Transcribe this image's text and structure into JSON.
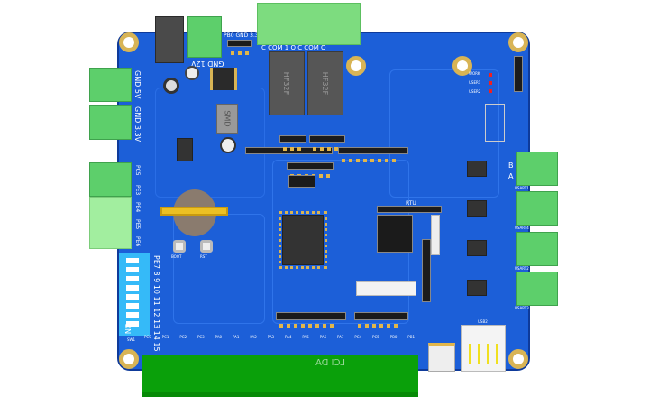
{
  "power": {
    "jack_label": "GND 12V",
    "header_label": "PB0 GND 3.3V",
    "out1_label": "GND 5V",
    "out2_label": "GND 3.3V",
    "inductor_label": "SMD"
  },
  "relays": {
    "terminal_label": "C COM 1 O   C COM O",
    "relay1": "HF32F",
    "relay2": "HF32F"
  },
  "left_io": [
    "PC5",
    "PE3",
    "PE4",
    "PE5",
    "PE6"
  ],
  "dip_switch": {
    "pin_label": "PE7 8 9 10 11 12 13 14 15",
    "on_label": "ON",
    "ref": "SW1"
  },
  "buttons": [
    "BOOT",
    "RST"
  ],
  "bottom_terminal": {
    "label": "LCI DA",
    "pins": [
      "PC0",
      "PC1",
      "PC2",
      "PC3",
      "PA0",
      "PA1",
      "PA2",
      "PA3",
      "PA4",
      "PA5",
      "PA6",
      "PA7",
      "PC4",
      "PC5",
      "PB0",
      "PB1"
    ]
  },
  "right": {
    "leds": [
      "WORK",
      "USER1",
      "USER2"
    ],
    "rtu_label": "RTU",
    "usarts": [
      "USART1",
      "USART4",
      "USART2",
      "USART3"
    ],
    "usb_label": "USB2",
    "bus_labels": [
      "B",
      "A"
    ]
  },
  "colors": {
    "board": "#1c5fd8",
    "terminal": "#5dcf6b",
    "bottom_terminal": "#0aa00a",
    "gold": "#d8b455"
  }
}
